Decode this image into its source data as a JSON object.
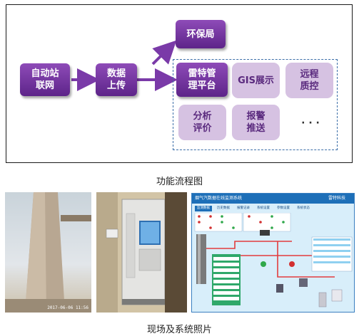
{
  "diagram": {
    "nodes": {
      "auto_station": "自动站\n联网",
      "data_upload": "数据\n上传",
      "env_bureau": "环保局",
      "platform": "雷特管\n理平台",
      "gis": "GIS展示",
      "remote_qc": "远程\n质控",
      "analysis": "分析\n评价",
      "alarm": "报警\n推送",
      "more": "· · ·"
    }
  },
  "captions": {
    "flow": "功能流程图",
    "photos": "现场及系统照片"
  },
  "photos": {
    "chimney": {
      "timestamp": "2017-06-06 11:56"
    },
    "screen": {
      "title": "烟气汽数据在线监测系统",
      "tabs": [
        "监测数据",
        "历史数据",
        "报警记录",
        "系统设置",
        "参数设置",
        "系统状态"
      ],
      "brand": "雷特科技"
    }
  },
  "colors": {
    "node_dark": "#6b2f98",
    "node_light": "#d6c2e2",
    "arrow": "#7a3aa8",
    "dashed_border": "#3b6ea8",
    "screen_bg": "#d8eefa",
    "screen_header": "#1d6fb8"
  }
}
